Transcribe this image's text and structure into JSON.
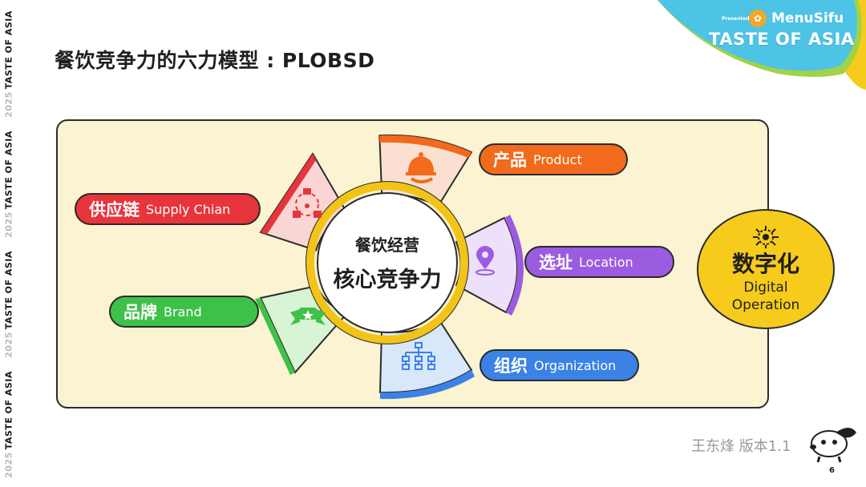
{
  "slide": {
    "title": "餐饮竞争力的六力模型 : PLOBSD",
    "page_number": "6",
    "author": "王东烽 版本1.1"
  },
  "branding": {
    "presented_by": "Presented by",
    "company": "MenuSifu",
    "event": "TASTE OF ASIA",
    "side_year": "2025",
    "side_text": "TASTE OF ASIA"
  },
  "center": {
    "top": "餐饮经营",
    "main": "核心竞争力"
  },
  "segments": [
    {
      "key": "product",
      "zh": "产品",
      "en": "Product",
      "icon": "serving-cloche-icon",
      "color": "#f26a1b"
    },
    {
      "key": "supply",
      "zh": "供应链",
      "en": "Supply Chian",
      "icon": "supply-network-icon",
      "color": "#e8343b"
    },
    {
      "key": "location",
      "zh": "选址",
      "en": "Location",
      "icon": "map-pin-icon",
      "color": "#9b5ce0"
    },
    {
      "key": "brand",
      "zh": "品牌",
      "en": "Brand",
      "icon": "star-ribbon-icon",
      "color": "#3ec148"
    },
    {
      "key": "organization",
      "zh": "组织",
      "en": "Organization",
      "icon": "org-chart-icon",
      "color": "#3b82e6"
    }
  ],
  "digital": {
    "zh": "数字化",
    "en_line1": "Digital",
    "en_line2": "Operation",
    "icon": "digital-gear-icon",
    "color": "#f6cb1c"
  },
  "colors": {
    "panel_bg": "#fcf3d2",
    "ring": "#f2c417",
    "brand_teal": "#4dc3e6",
    "brand_green": "#9ed34a",
    "brand_yellow": "#f6cb1c"
  }
}
